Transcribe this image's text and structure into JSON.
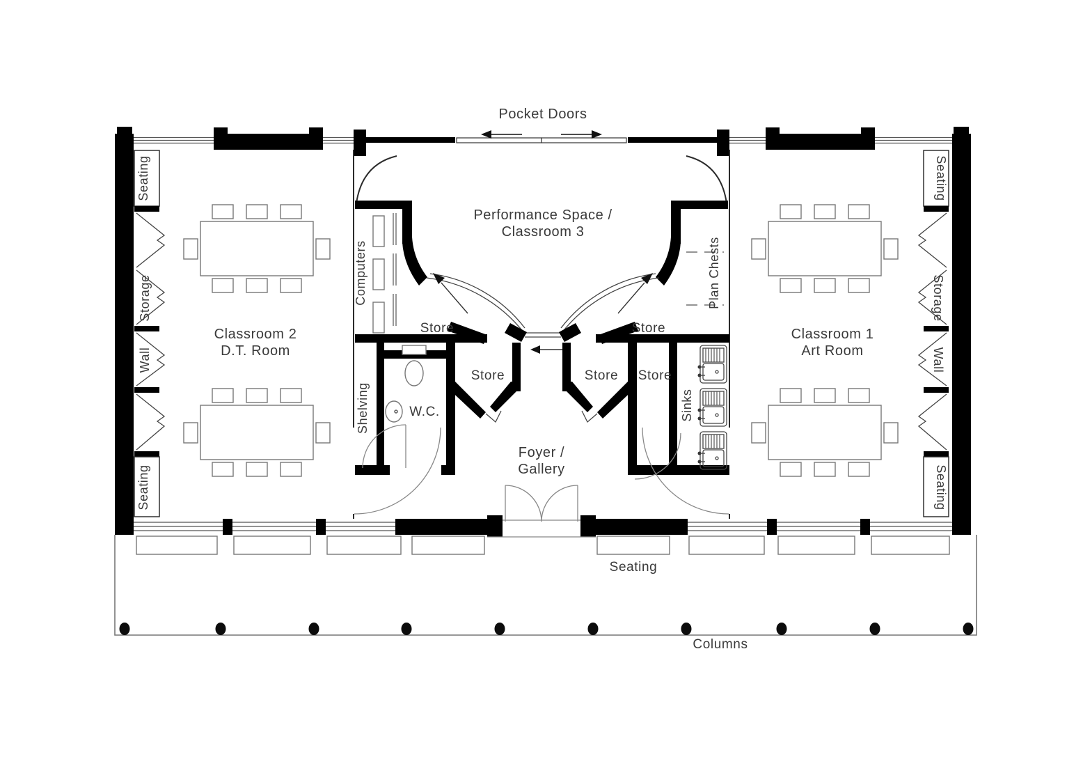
{
  "drawing": {
    "wall_color": "#000000",
    "line_color": "#555555",
    "text_color": "#3a3a3a",
    "background": "#ffffff"
  },
  "annotations": {
    "pocket_doors": "Pocket Doors",
    "columns": "Columns"
  },
  "rooms": {
    "performance": {
      "line1": "Performance Space /",
      "line2": "Classroom 3"
    },
    "classroom2": {
      "line1": "Classroom 2",
      "line2": "D.T. Room"
    },
    "classroom1": {
      "line1": "Classroom 1",
      "line2": "Art Room"
    },
    "foyer": {
      "line1": "Foyer /",
      "line2": "Gallery"
    },
    "wc": {
      "label": "W.C."
    },
    "store": {
      "label": "Store"
    }
  },
  "fixtures": {
    "computers": "Computers",
    "plan_chests": "Plan Chests",
    "shelving": "Shelving",
    "sinks": "Sinks",
    "seating": "Seating",
    "wall": "Wall",
    "storage": "Storage"
  }
}
